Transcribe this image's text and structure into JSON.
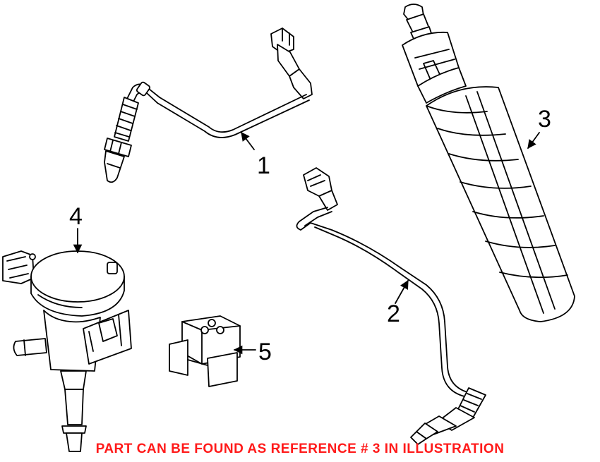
{
  "callouts": {
    "c1": "1",
    "c2": "2",
    "c3": "3",
    "c4": "4",
    "c5": "5"
  },
  "notice": "PART CAN BE FOUND AS REFERENCE # 3 IN ILLUSTRATION",
  "colors": {
    "line": "#000000",
    "fill": "#ffffff",
    "notice": "#ff1a1a"
  }
}
